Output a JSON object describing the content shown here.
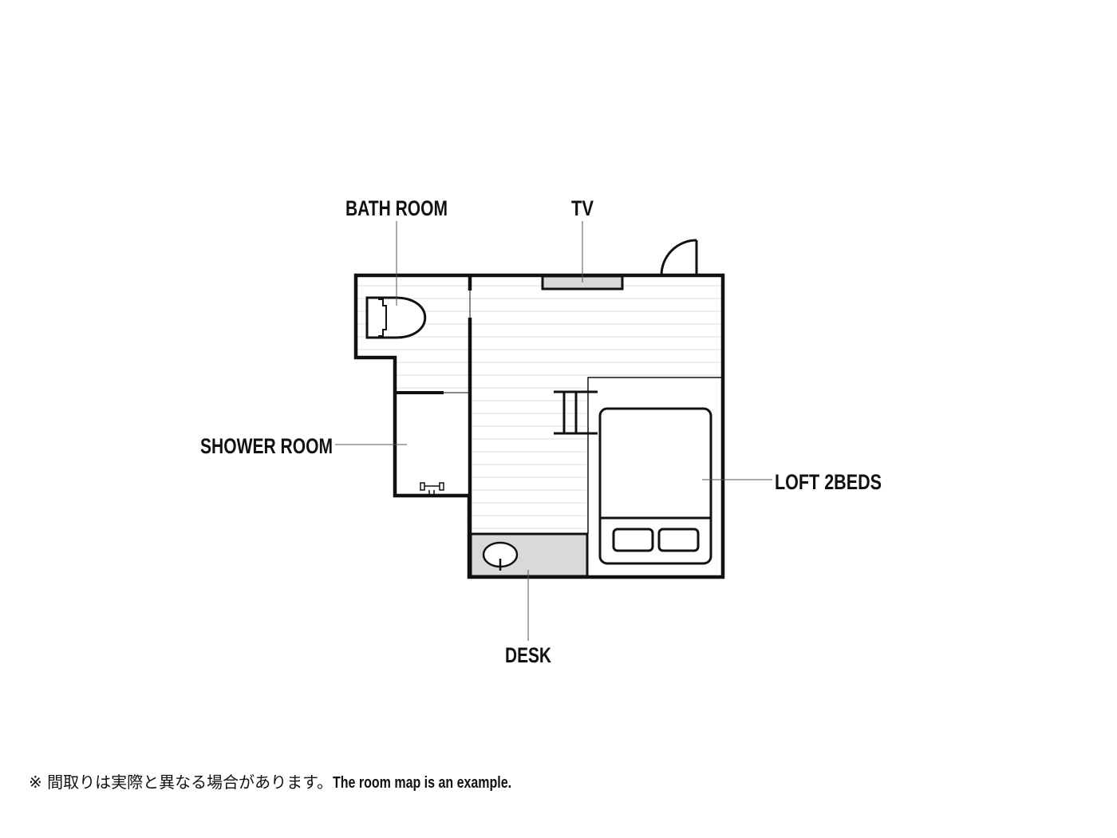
{
  "labels": {
    "bath_room": "BATH ROOM",
    "tv": "TV",
    "shower_room": "SHOWER ROOM",
    "loft": "LOFT 2BEDS",
    "desk": "DESK"
  },
  "footer": {
    "mark": "※",
    "jp": "間取りは実際と異なる場合があります。",
    "en": "The room map is an example."
  },
  "colors": {
    "wall": "#111111",
    "furniture_fill": "#d9d9d9",
    "floor_lines": "#dddddd"
  }
}
